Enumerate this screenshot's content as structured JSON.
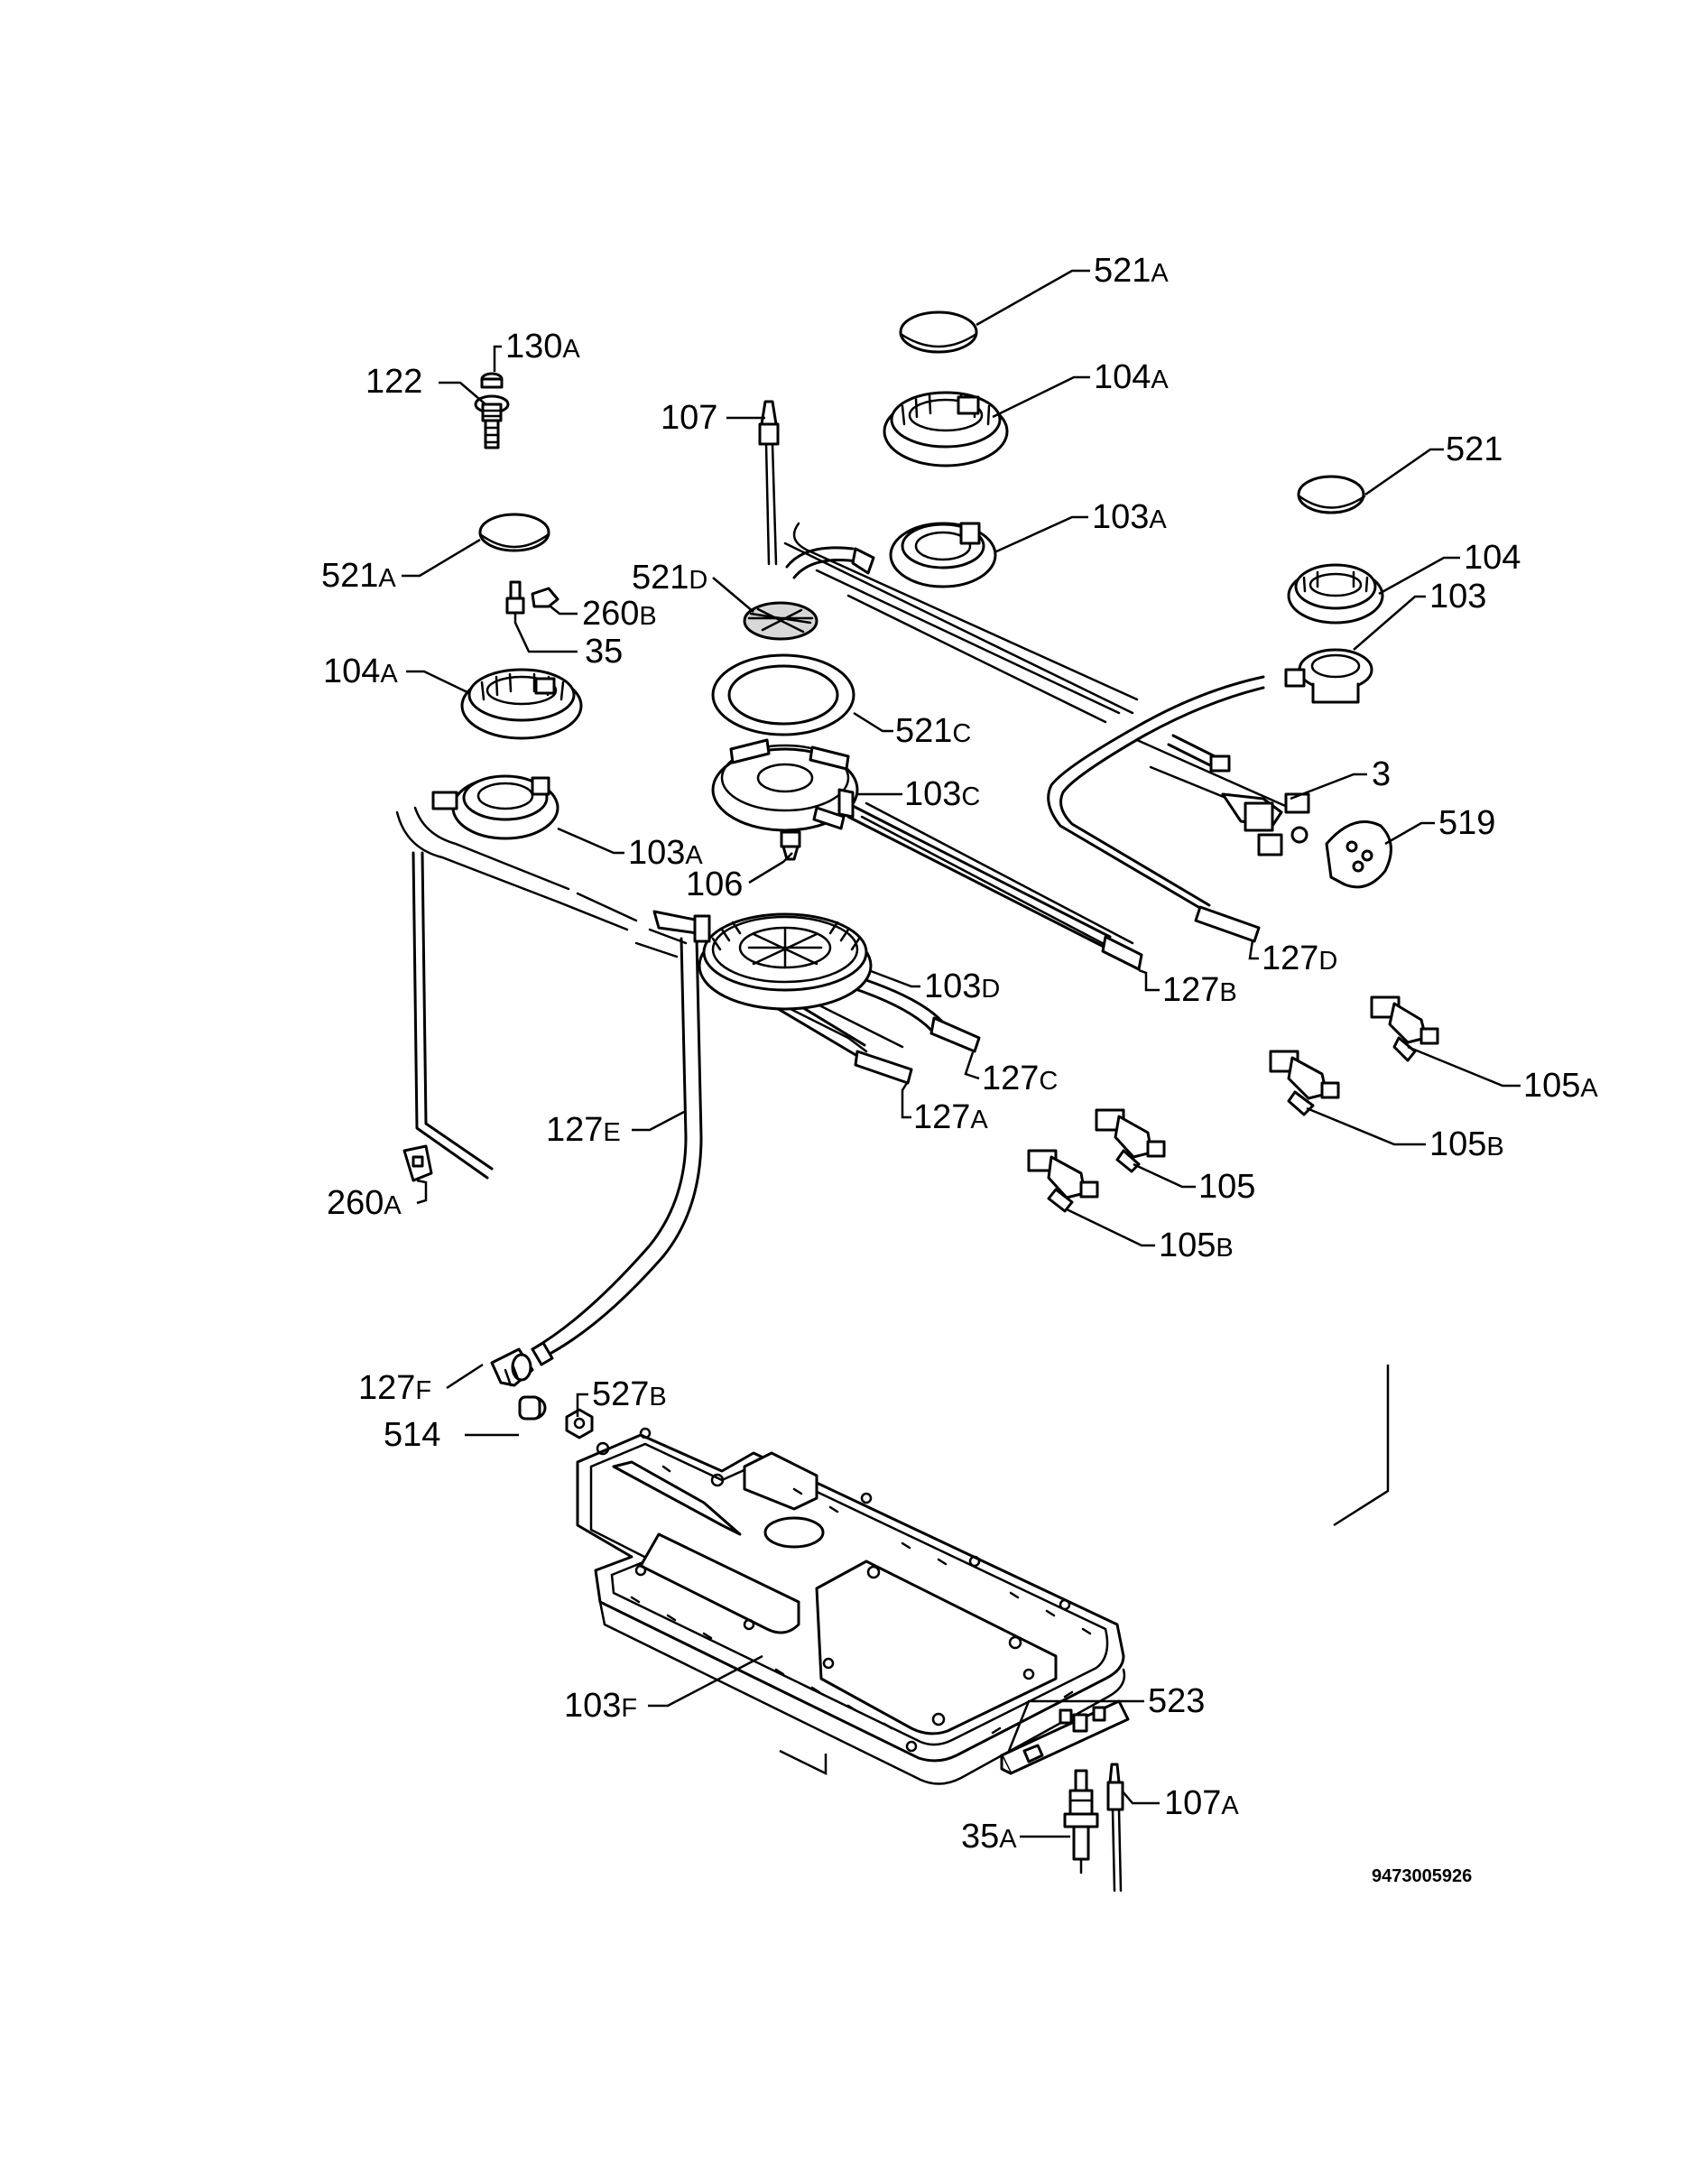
{
  "parts": [
    {
      "id": "p521A_top",
      "base": "521",
      "suffix": "A"
    },
    {
      "id": "p130A",
      "base": "130",
      "suffix": "A"
    },
    {
      "id": "p122",
      "base": "122",
      "suffix": ""
    },
    {
      "id": "p104A_top",
      "base": "104",
      "suffix": "A"
    },
    {
      "id": "p107",
      "base": "107",
      "suffix": ""
    },
    {
      "id": "p521",
      "base": "521",
      "suffix": ""
    },
    {
      "id": "p103A_top",
      "base": "103",
      "suffix": "A"
    },
    {
      "id": "p521A_left",
      "base": "521",
      "suffix": "A"
    },
    {
      "id": "p521D",
      "base": "521",
      "suffix": "D"
    },
    {
      "id": "p104",
      "base": "104",
      "suffix": ""
    },
    {
      "id": "p260B",
      "base": "260",
      "suffix": "B"
    },
    {
      "id": "p103",
      "base": "103",
      "suffix": ""
    },
    {
      "id": "p35",
      "base": "35",
      "suffix": ""
    },
    {
      "id": "p104A_left",
      "base": "104",
      "suffix": "A"
    },
    {
      "id": "p521C",
      "base": "521",
      "suffix": "C"
    },
    {
      "id": "p3",
      "base": "3",
      "suffix": ""
    },
    {
      "id": "p103C",
      "base": "103",
      "suffix": "C"
    },
    {
      "id": "p519",
      "base": "519",
      "suffix": ""
    },
    {
      "id": "p103A_left",
      "base": "103",
      "suffix": "A"
    },
    {
      "id": "p106",
      "base": "106",
      "suffix": ""
    },
    {
      "id": "p127D",
      "base": "127",
      "suffix": "D"
    },
    {
      "id": "p103D",
      "base": "103",
      "suffix": "D"
    },
    {
      "id": "p127B",
      "base": "127",
      "suffix": "B"
    },
    {
      "id": "p105A",
      "base": "105",
      "suffix": "A"
    },
    {
      "id": "p127C",
      "base": "127",
      "suffix": "C"
    },
    {
      "id": "p127A",
      "base": "127",
      "suffix": "A"
    },
    {
      "id": "p127E",
      "base": "127",
      "suffix": "E"
    },
    {
      "id": "p105B_right",
      "base": "105",
      "suffix": "B"
    },
    {
      "id": "p105",
      "base": "105",
      "suffix": ""
    },
    {
      "id": "p260A",
      "base": "260",
      "suffix": "A"
    },
    {
      "id": "p105B",
      "base": "105",
      "suffix": "B"
    },
    {
      "id": "p127F",
      "base": "127",
      "suffix": "F"
    },
    {
      "id": "p527B",
      "base": "527",
      "suffix": "B"
    },
    {
      "id": "p514",
      "base": "514",
      "suffix": ""
    },
    {
      "id": "p103F",
      "base": "103",
      "suffix": "F"
    },
    {
      "id": "p523",
      "base": "523",
      "suffix": ""
    },
    {
      "id": "p107A",
      "base": "107",
      "suffix": "A"
    },
    {
      "id": "p35A",
      "base": "35",
      "suffix": "A"
    }
  ],
  "diagram_code": "9473005926"
}
